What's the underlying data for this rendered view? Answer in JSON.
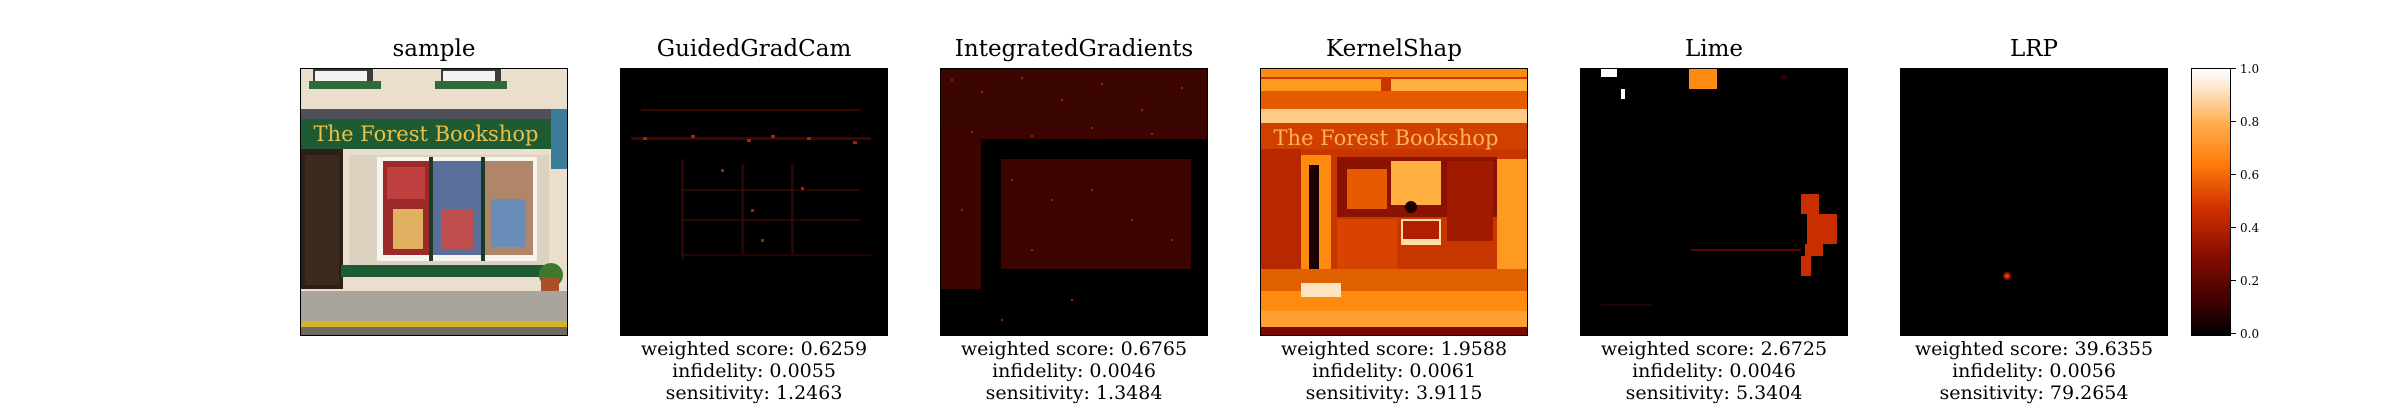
{
  "panels": [
    {
      "title": "sample",
      "metrics": null
    },
    {
      "title": "GuidedGradCam",
      "metrics": {
        "weighted": "weighted score: 0.6259",
        "infidelity": "infidelity: 0.0055",
        "sensitivity": "sensitivity: 1.2463"
      }
    },
    {
      "title": "IntegratedGradients",
      "metrics": {
        "weighted": "weighted score: 0.6765",
        "infidelity": "infidelity: 0.0046",
        "sensitivity": "sensitivity: 1.3484"
      }
    },
    {
      "title": "KernelShap",
      "metrics": {
        "weighted": "weighted score: 1.9588",
        "infidelity": "infidelity: 0.0061",
        "sensitivity": "sensitivity: 3.9115"
      }
    },
    {
      "title": "Lime",
      "metrics": {
        "weighted": "weighted score: 2.6725",
        "infidelity": "infidelity: 0.0046",
        "sensitivity": "sensitivity: 5.3404"
      }
    },
    {
      "title": "LRP",
      "metrics": {
        "weighted": "weighted score: 39.6355",
        "infidelity": "infidelity: 0.0056",
        "sensitivity": "sensitivity: 79.2654"
      }
    }
  ],
  "sample_image": {
    "shop_sign": "The Forest Bookshop"
  },
  "colorbar": {
    "colormap": "gist_heat",
    "ticks": [
      "0.0",
      "0.2",
      "0.4",
      "0.6",
      "0.8",
      "1.0"
    ]
  }
}
